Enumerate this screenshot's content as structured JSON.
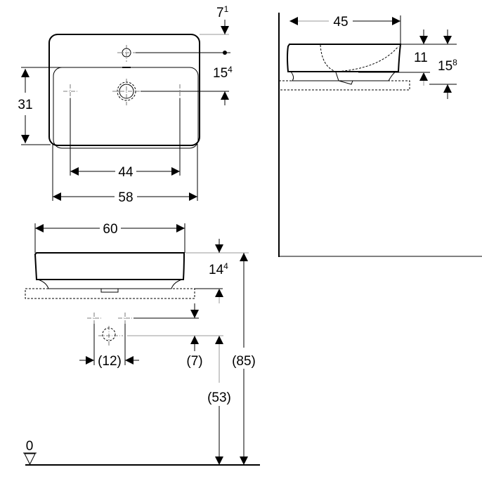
{
  "top_view": {
    "dim_width_inner": "44",
    "dim_width_outer": "58",
    "dim_depth": "31",
    "dim_tap_offset": "7",
    "dim_tap_offset_sup": "1",
    "dim_drain_offset": "15",
    "dim_drain_offset_sup": "4"
  },
  "side_view": {
    "dim_depth": "45",
    "dim_height_bowl": "11",
    "dim_height_total": "15",
    "dim_height_total_sup": "8"
  },
  "front_view": {
    "dim_width": "60",
    "dim_height": "14",
    "dim_height_sup": "4",
    "dim_supply_spacing": "(12)",
    "dim_supply_drain": "(7)",
    "dim_drain_height": "(53)",
    "dim_top_height": "(85)",
    "floor_level": "0"
  }
}
